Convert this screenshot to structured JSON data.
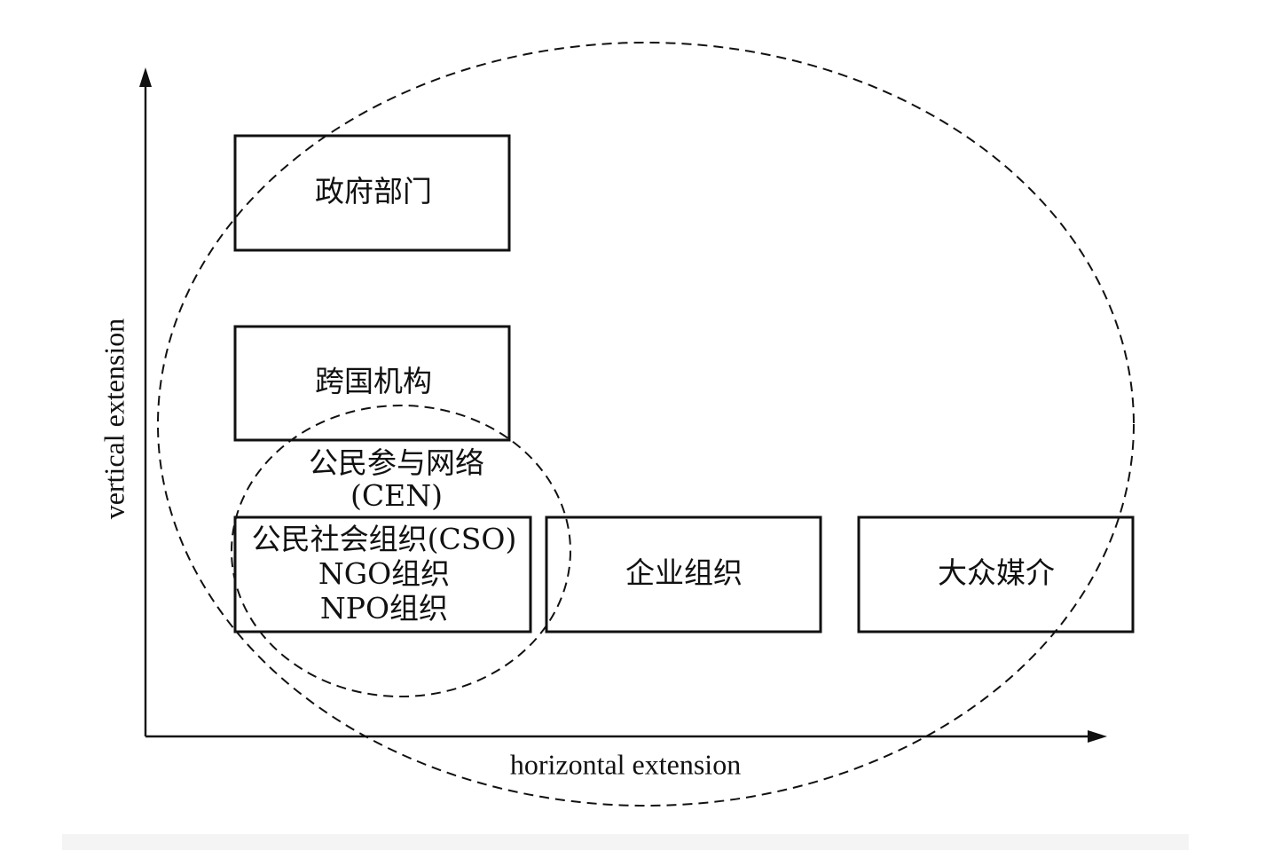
{
  "axes": {
    "x_label": "horizontal extension",
    "y_label": "vertical extension"
  },
  "nodes": {
    "government": "政府部门",
    "transnational": "跨国机构",
    "cso_line1": "公民社会组织(CSO)",
    "cso_line2": "NGO组织",
    "cso_line3": "NPO组织",
    "enterprise": "企业组织",
    "media": "大众媒介"
  },
  "groups": {
    "cen_line1": "公民参与网络",
    "cen_line2": "(CEN)"
  },
  "colors": {
    "stroke": "#111111",
    "background": "#ffffff"
  }
}
